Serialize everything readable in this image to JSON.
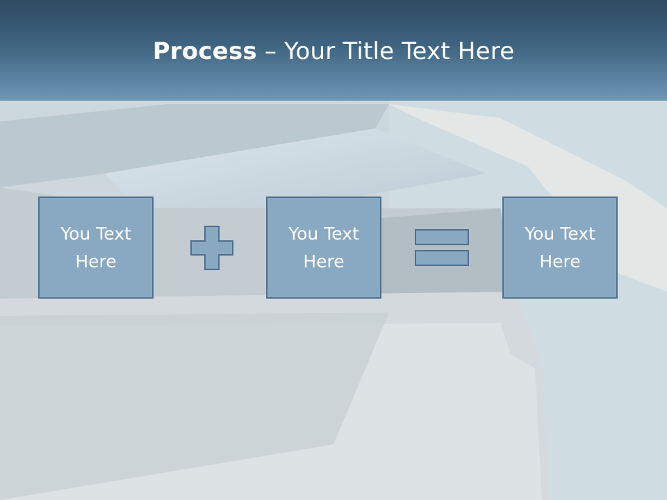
{
  "slide": {
    "title_bold": "Process",
    "title_rest": " – Your Title Text Here",
    "boxes": [
      {
        "text": "You Text Here"
      },
      {
        "text": "You Text Here"
      },
      {
        "text": "You Text Here"
      }
    ],
    "operators": [
      "plus",
      "equals"
    ]
  },
  "colors": {
    "title_bar": "#3f6480",
    "box_fill": "#89a8c2",
    "box_border": "#4f6f8c",
    "text": "#ffffff"
  }
}
